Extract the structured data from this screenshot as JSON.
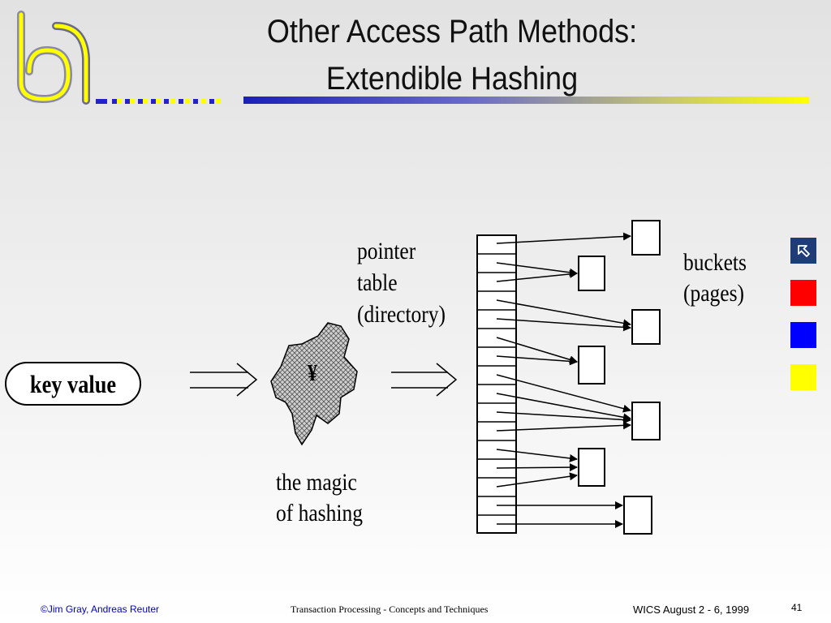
{
  "slide": {
    "title_line1": "Other Access Path Methods:",
    "title_line2": "Extendible Hashing",
    "slide_number": "41"
  },
  "diagram": {
    "key_label": "key value",
    "hash_function_symbol": "¥",
    "hash_caption_line1": "the magic",
    "hash_caption_line2": "of hashing",
    "directory_label_line1": "pointer",
    "directory_label_line2": "table",
    "directory_label_line3": "(directory)",
    "buckets_label_line1": "buckets",
    "buckets_label_line2": "(pages)",
    "directory_entry_count": 16,
    "bucket_count": 7
  },
  "controls": {
    "nav_icon": "arrow-up-left-icon",
    "colors": [
      "#1f3c78",
      "#ff0000",
      "#0000ff",
      "#ffff00"
    ]
  },
  "footer": {
    "authors": "©Jim Gray, Andreas Reuter",
    "course": "Transaction Processing - Concepts and Techniques",
    "event": "WICS August 2 - 6, 1999"
  }
}
